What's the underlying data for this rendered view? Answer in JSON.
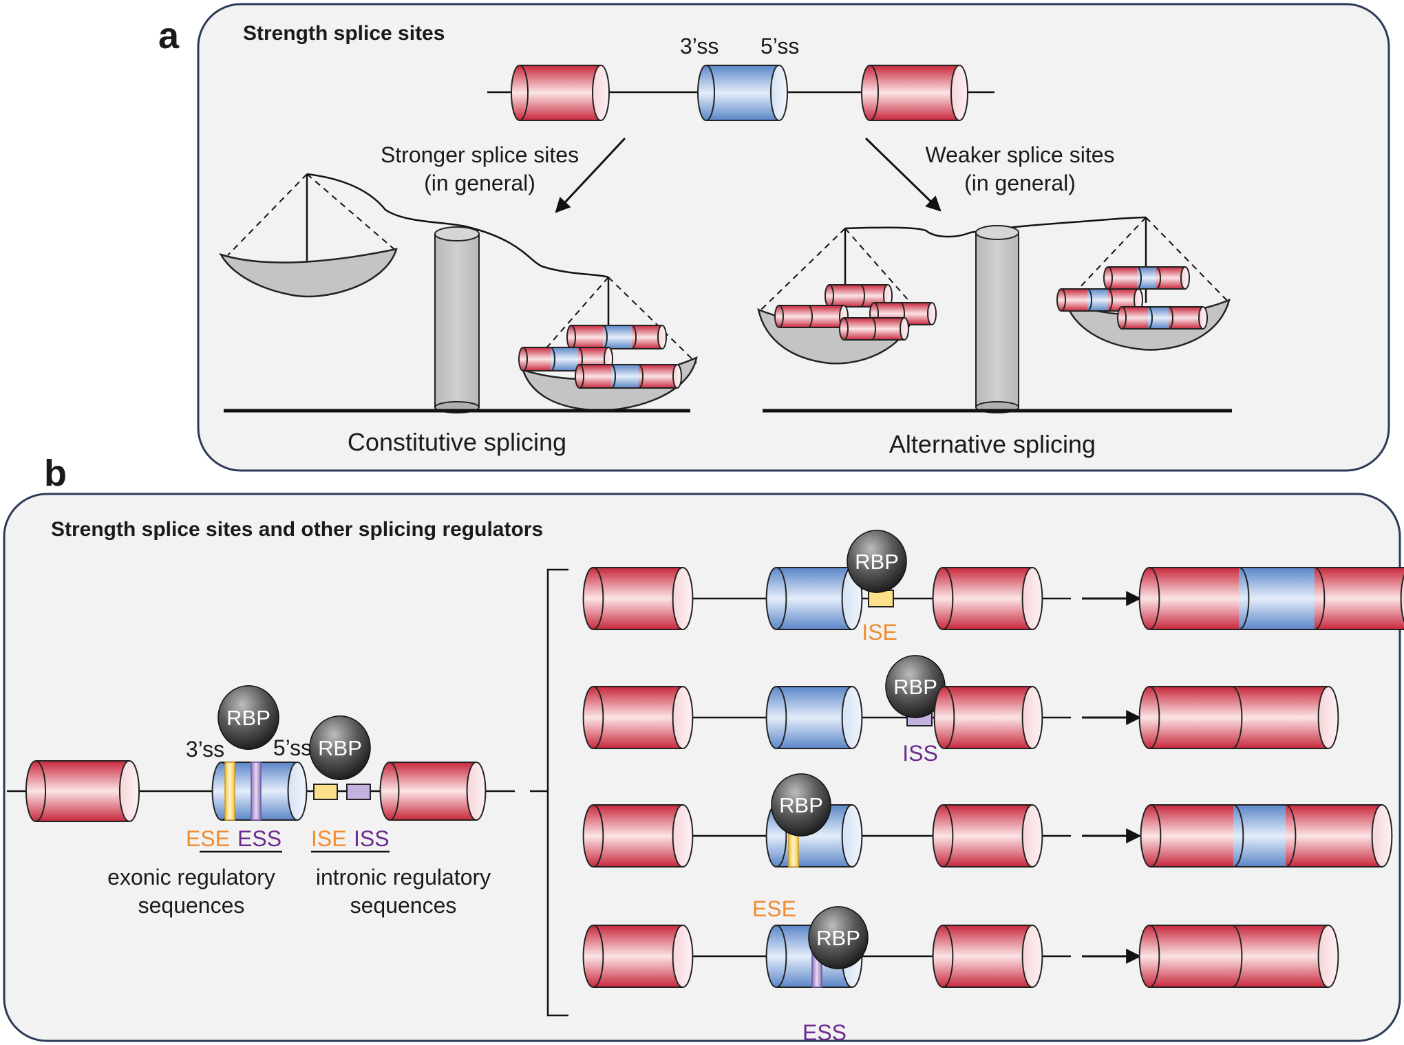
{
  "panel_a": {
    "letter": "a",
    "title": "Strength splice sites",
    "ss3": "3’ss",
    "ss5": "5’ss",
    "stronger_line1": "Stronger splice sites",
    "stronger_line2": "(in general)",
    "weaker_line1": "Weaker splice sites",
    "weaker_line2": "(in general)",
    "constitutive": "Constitutive splicing",
    "alternative": "Alternative splicing"
  },
  "panel_b": {
    "letter": "b",
    "title": "Strength splice sites and other splicing regulators",
    "rbp": "RBP",
    "ss3": "3’ss",
    "ss5": "5’ss",
    "ese": "ESE",
    "ess": "ESS",
    "ise": "ISE",
    "iss": "ISS",
    "exonic_line1": "exonic regulatory",
    "exonic_line2": "sequences",
    "intronic_line1": "intronic regulatory",
    "intronic_line2": "sequences"
  },
  "colors": {
    "exon_red": "#c8283c",
    "exon_blue": "#5b86c8",
    "ese_yellow": "#f5c542",
    "ess_purple": "#8e72b8",
    "label_orange": "#f08c2e",
    "label_purple": "#6a2b8f"
  }
}
